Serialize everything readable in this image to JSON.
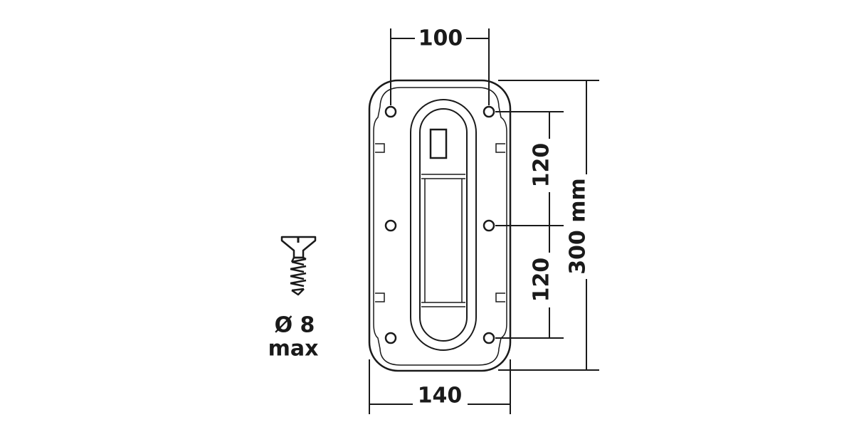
{
  "dimensions": {
    "top_width": "100",
    "bottom_width": "140",
    "upper_spacing": "120",
    "lower_spacing": "120",
    "total_height": "300 mm"
  },
  "screw": {
    "diameter_label": "Ø 8",
    "max_label": "max"
  },
  "colors": {
    "line": "#1a1a1a",
    "background": "#ffffff"
  }
}
